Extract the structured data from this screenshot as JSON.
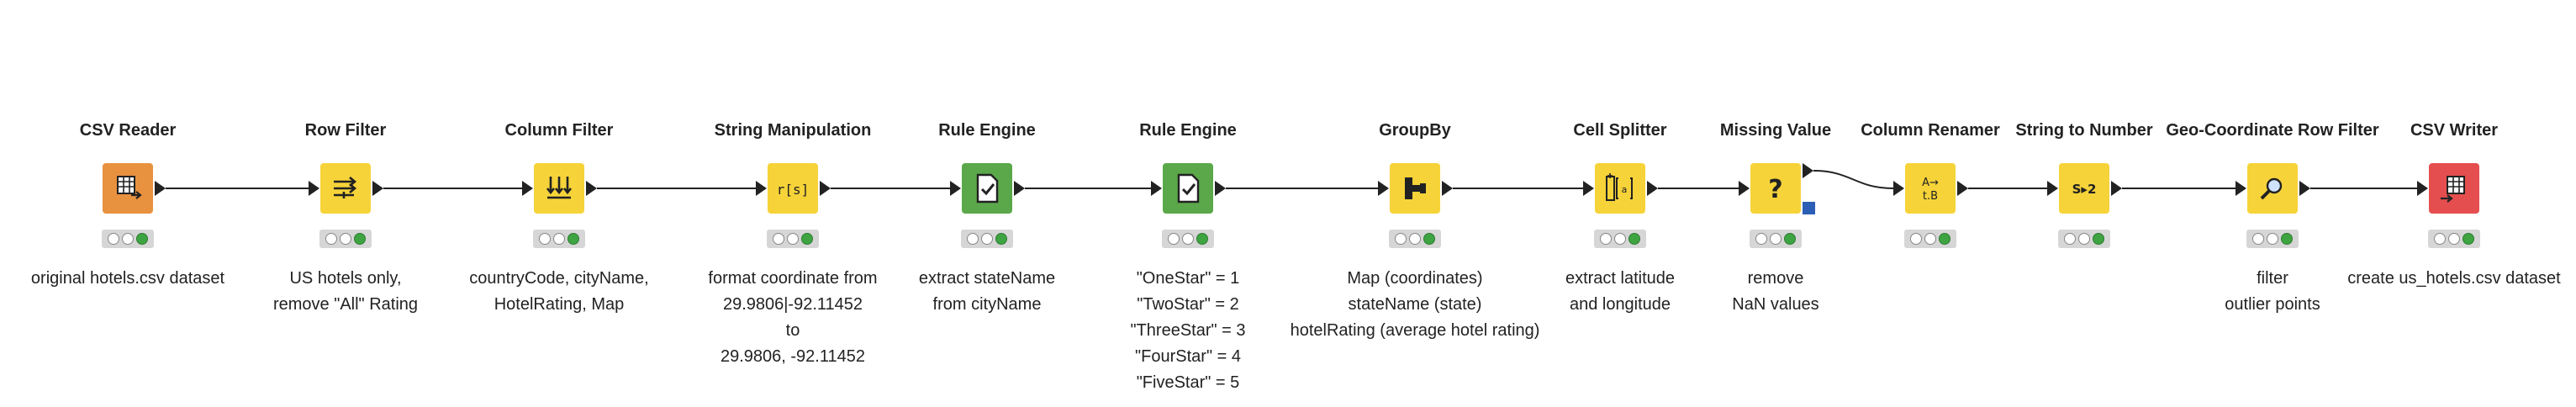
{
  "nodes": [
    {
      "id": "csv-reader",
      "title": "CSV Reader",
      "icon": "table-read-icon",
      "color": "orange",
      "desc": [
        "original hotels.csv dataset"
      ]
    },
    {
      "id": "row-filter",
      "title": "Row Filter",
      "icon": "filter-arrows-icon",
      "color": "yellow",
      "desc": [
        "US hotels only,",
        "remove \"All\" Rating"
      ]
    },
    {
      "id": "column-filter",
      "title": "Column Filter",
      "icon": "column-filter-icon",
      "color": "yellow",
      "desc": [
        "countryCode, cityName,",
        "HotelRating, Map"
      ]
    },
    {
      "id": "string-manipulation",
      "title": "String Manipulation",
      "icon": "string-function-icon",
      "color": "yellow",
      "desc": [
        "format coordinate from",
        "29.9806|-92.11452",
        "to",
        "29.9806, -92.11452"
      ]
    },
    {
      "id": "rule-engine-1",
      "title": "Rule Engine",
      "icon": "rule-document-icon",
      "color": "green",
      "desc": [
        "extract stateName",
        "from cityName"
      ]
    },
    {
      "id": "rule-engine-2",
      "title": "Rule Engine",
      "icon": "rule-document-icon",
      "color": "green",
      "desc": [
        "\"OneStar\" = 1",
        "\"TwoStar\" = 2",
        "\"ThreeStar\" = 3",
        "\"FourStar\" = 4",
        "\"FiveStar\" = 5"
      ]
    },
    {
      "id": "groupby",
      "title": "GroupBy",
      "icon": "groupby-icon",
      "color": "yellow",
      "desc": [
        "Map (coordinates)",
        "stateName (state)",
        "hotelRating (average hotel rating)"
      ]
    },
    {
      "id": "cell-splitter",
      "title": "Cell Splitter",
      "icon": "cell-split-icon",
      "color": "yellow",
      "desc": [
        "extract latitude",
        "and longitude"
      ]
    },
    {
      "id": "missing-value",
      "title": "Missing Value",
      "icon": "question-mark-icon",
      "color": "yellow",
      "desc": [
        "remove",
        "NaN values"
      ]
    },
    {
      "id": "column-renamer",
      "title": "Column Renamer",
      "icon": "rename-icon",
      "color": "yellow",
      "desc": []
    },
    {
      "id": "string-to-number",
      "title": "String to Number",
      "icon": "string-to-number-icon",
      "color": "yellow",
      "desc": []
    },
    {
      "id": "geo-row-filter",
      "title": "Geo-Coordinate Row Filter",
      "icon": "magnifier-icon",
      "color": "yellow",
      "desc": [
        "filter",
        "outlier points"
      ]
    },
    {
      "id": "csv-writer",
      "title": "CSV Writer",
      "icon": "table-write-icon",
      "color": "red",
      "desc": [
        "create us_hotels.csv dataset"
      ]
    }
  ],
  "node_status": [
    {
      "lights": [
        "off",
        "off",
        "on"
      ]
    },
    {
      "lights": [
        "off",
        "off",
        "on"
      ]
    },
    {
      "lights": [
        "off",
        "off",
        "on"
      ]
    },
    {
      "lights": [
        "off",
        "off",
        "on"
      ]
    },
    {
      "lights": [
        "off",
        "off",
        "on"
      ]
    },
    {
      "lights": [
        "off",
        "off",
        "on"
      ]
    },
    {
      "lights": [
        "off",
        "off",
        "on"
      ]
    },
    {
      "lights": [
        "off",
        "off",
        "on"
      ]
    },
    {
      "lights": [
        "off",
        "off",
        "on"
      ]
    },
    {
      "lights": [
        "off",
        "off",
        "on"
      ]
    },
    {
      "lights": [
        "off",
        "off",
        "on"
      ]
    },
    {
      "lights": [
        "off",
        "off",
        "on"
      ]
    },
    {
      "lights": [
        "off",
        "off",
        "on"
      ]
    }
  ],
  "colors": {
    "yellow": "#f6d339",
    "orange": "#e8913f",
    "green": "#5ba84a",
    "red": "#e54e4e",
    "status_on": "#3ea442",
    "connection": "#222222",
    "flow_port": "#2c5fb5"
  },
  "icon_glyphs": {
    "string-function-icon": "r[s]",
    "question-mark-icon": "?",
    "rename-icon-top": "A→",
    "rename-icon-bottom": "t.B",
    "string-to-number-icon": "S▸2"
  }
}
